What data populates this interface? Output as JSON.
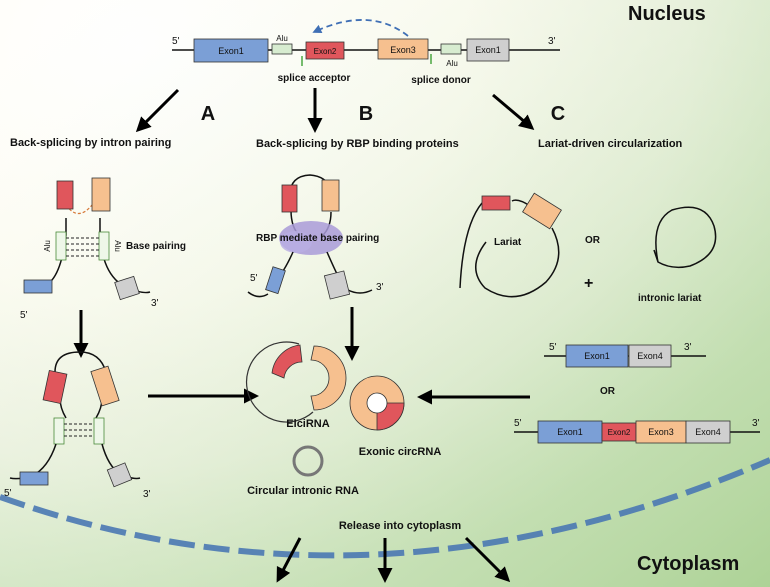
{
  "regions": {
    "nucleus": "Nucleus",
    "cytoplasm": "Cytoplasm"
  },
  "gene": {
    "five_prime": "5'",
    "three_prime": "3'",
    "exons": [
      "Exon1",
      "Exon2",
      "Exon3",
      "Exon1"
    ],
    "alu": "Alu",
    "splice_acceptor": "splice acceptor",
    "splice_donor": "splice donor"
  },
  "pathways": {
    "a": {
      "letter": "A",
      "title": "Back-splicing by intron pairing",
      "note": "Base pairing",
      "alu_left": "Alu",
      "alu_right": "Alu"
    },
    "b": {
      "letter": "B",
      "title": "Back-splicing by RBP binding proteins",
      "note": "RBP mediate base pairing"
    },
    "c": {
      "letter": "C",
      "title": "Lariat-driven circularization",
      "lariat": "Lariat",
      "or": "OR",
      "plus": "+",
      "intronic_lariat": "intronic lariat"
    }
  },
  "products": {
    "elcirna": "ElciRNA",
    "exonic": "Exonic circRNA",
    "intronic": "Circular intronic RNA",
    "release": "Release into cytoplasm"
  },
  "spliced": {
    "five_prime": "5'",
    "three_prime": "3'",
    "short": [
      "Exon1",
      "Exon4"
    ],
    "or": "OR",
    "long": [
      "Exon1",
      "Exon2",
      "Exon3",
      "Exon4"
    ]
  },
  "prime_labels": {
    "five": "5'",
    "three": "3'"
  },
  "colors": {
    "exon1": "#7b9fd6",
    "exon2": "#e0565c",
    "exon3": "#f6c08f",
    "exon4": "#cfcfcf",
    "alu": "#d7ecd0",
    "rbp": "#a99bd8",
    "membrane": "#4a78b3",
    "arrow": "#000000",
    "dashed_arrow": "#3f6fb5"
  }
}
